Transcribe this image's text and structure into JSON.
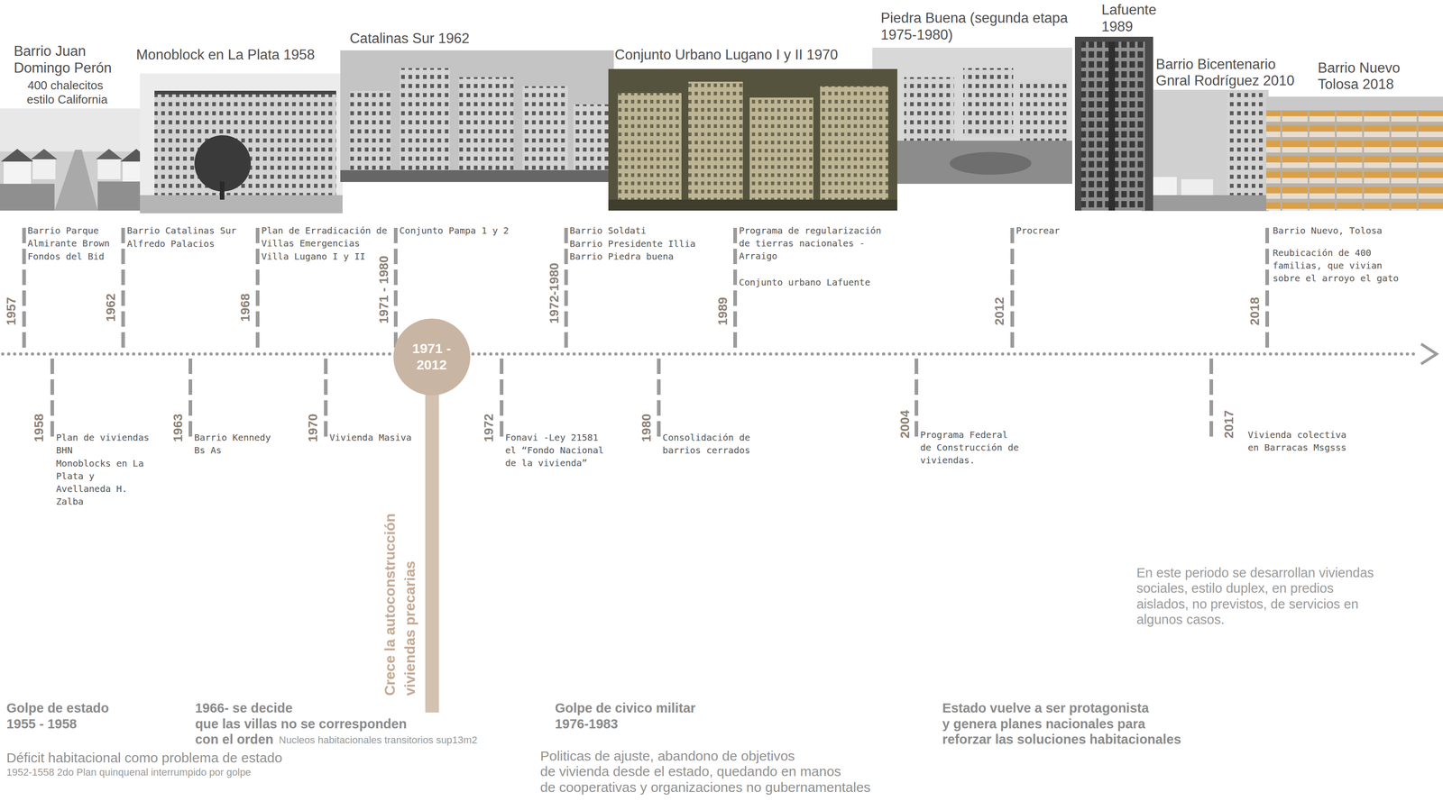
{
  "diagram": {
    "nodes": [
      {
        "text": [
          "1971 - 2012"
        ]
      }
    ],
    "labels": [
      "Barrio Juan",
      "Domingo Perón",
      "400 chalecitos",
      "estilo California",
      "Monoblock en La Plata 1958",
      "Catalinas Sur 1962",
      "Conjunto Urbano Lugano I y II 1970",
      "Piedra Buena (segunda etapa",
      "1975-1980)",
      "Lafuente",
      "1989",
      "Barrio Bicentenario",
      "Gnral Rodríguez 2010",
      "Barrio Nuevo",
      "Tolosa 2018",
      "1957",
      "Barrio Parque Almirante Brown",
      "Fondos del Bid",
      "1962",
      "Barrio Catalinas Sur",
      "Alfredo Palacios",
      "1968",
      "Plan de Erradicación de Villas Emergencias",
      "Villa Lugano I y II",
      "1971 - 1980",
      "Conjunto Pampa 1 y 2",
      "1972-1980",
      "Barrio Soldati",
      "Barrio Presidente Illia",
      "Barrio Piedra buena",
      "1989",
      "Programa de regularización de tierras nacionales - Arraigo",
      "Conjunto urbano Lafuente",
      "2012",
      "Procrear",
      "2018",
      "Barrio Nuevo, Tolosa",
      "Reubicación de 400 familias, que vivian sobre el arroyo el gato",
      "1958",
      "Plan de viviendas BHN",
      "Monoblocks en La Plata y Avellaneda H. Zalba",
      "1963",
      "Barrio Kennedy Bs As",
      "1970",
      "Vivienda Masiva",
      "1972",
      "Fonavi -Ley 21581 el “Fondo Nacional de la vivienda”",
      "1980",
      "Consolidación de barrios cerrados",
      "2004",
      "Programa Federal de Construcción de viviendas.",
      "2017",
      "Vivienda colectiva en Barracas Msgsss",
      "Crece la autoconstrucción",
      "viviendas precarias",
      "Golpe de estado",
      "1955 - 1958",
      "Déficit habitacional como problema de estado",
      "1952-1558 2do Plan quinquenal interrumpido por golpe",
      "1966- se decide",
      "que las villas no se corresponden",
      "con el orden",
      "Nucleos habitacionales transitorios sup13m2",
      "Golpe de civico militar",
      "1976-1983",
      "Politicas de ajuste, abandono de objetivos",
      "de vivienda desde el estado, quedando en manos",
      "de cooperativas y organizaciones no gubernamentales",
      "Estado vuelve a ser protagonista",
      "y genera planes nacionales para",
      "reforzar las soluciones habitacionales",
      "En este periodo se desarrollan viviendas",
      "sociales, estilo duplex, en predios",
      "aislados, no previstos, de servicios en",
      "algunos casos."
    ]
  }
}
